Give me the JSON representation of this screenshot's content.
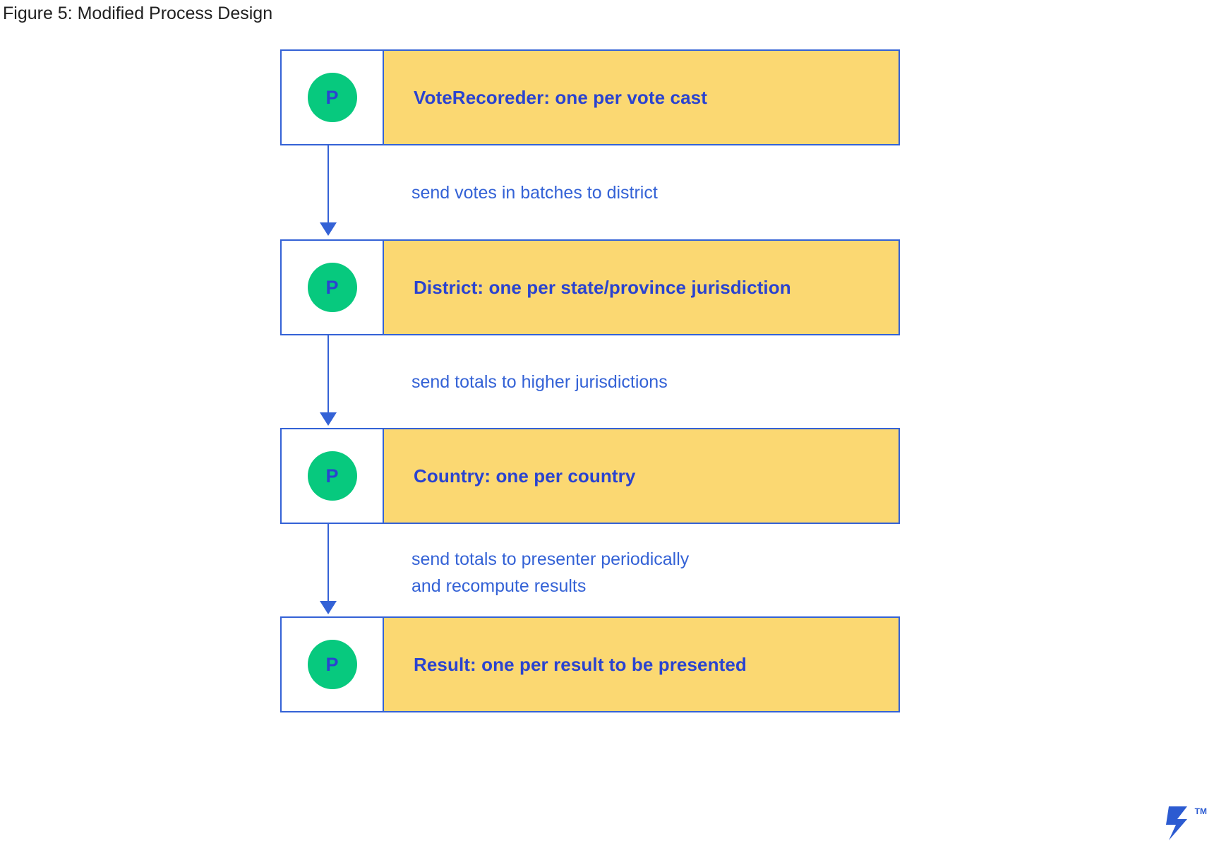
{
  "figure": {
    "caption": "Figure 5: Modified Process Design"
  },
  "colors": {
    "node_fill": "#fbd872",
    "node_border": "#3462d6",
    "badge_fill": "#07c97e",
    "badge_text": "#2a43d0",
    "label_text": "#2a43d0",
    "connector": "#3462d6",
    "connector_label": "#3462d6",
    "caption_text": "#202020",
    "brand": "#2c5bd1",
    "canvas": "#ffffff"
  },
  "diagram": {
    "type": "flowchart",
    "orientation": "vertical",
    "nodes": [
      {
        "id": "vote-recorder",
        "badge": "P",
        "badge_meaning": "process",
        "label": "VoteRecoreder: one per vote cast"
      },
      {
        "id": "district",
        "badge": "P",
        "badge_meaning": "process",
        "label": "District: one per state/province jurisdiction"
      },
      {
        "id": "country",
        "badge": "P",
        "badge_meaning": "process",
        "label": "Country: one per country"
      },
      {
        "id": "result",
        "badge": "P",
        "badge_meaning": "process",
        "label": "Result: one per result to be presented"
      }
    ],
    "connectors": [
      {
        "id": "conn-1",
        "from": "vote-recorder",
        "to": "district",
        "label": "send votes in batches to district"
      },
      {
        "id": "conn-2",
        "from": "district",
        "to": "country",
        "label": "send totals to higher jurisdictions"
      },
      {
        "id": "conn-3",
        "from": "country",
        "to": "result",
        "label": "send totals to presenter periodically\nand recompute results"
      }
    ]
  },
  "brand": {
    "name": "toptal-logo",
    "trademark": "TM"
  }
}
